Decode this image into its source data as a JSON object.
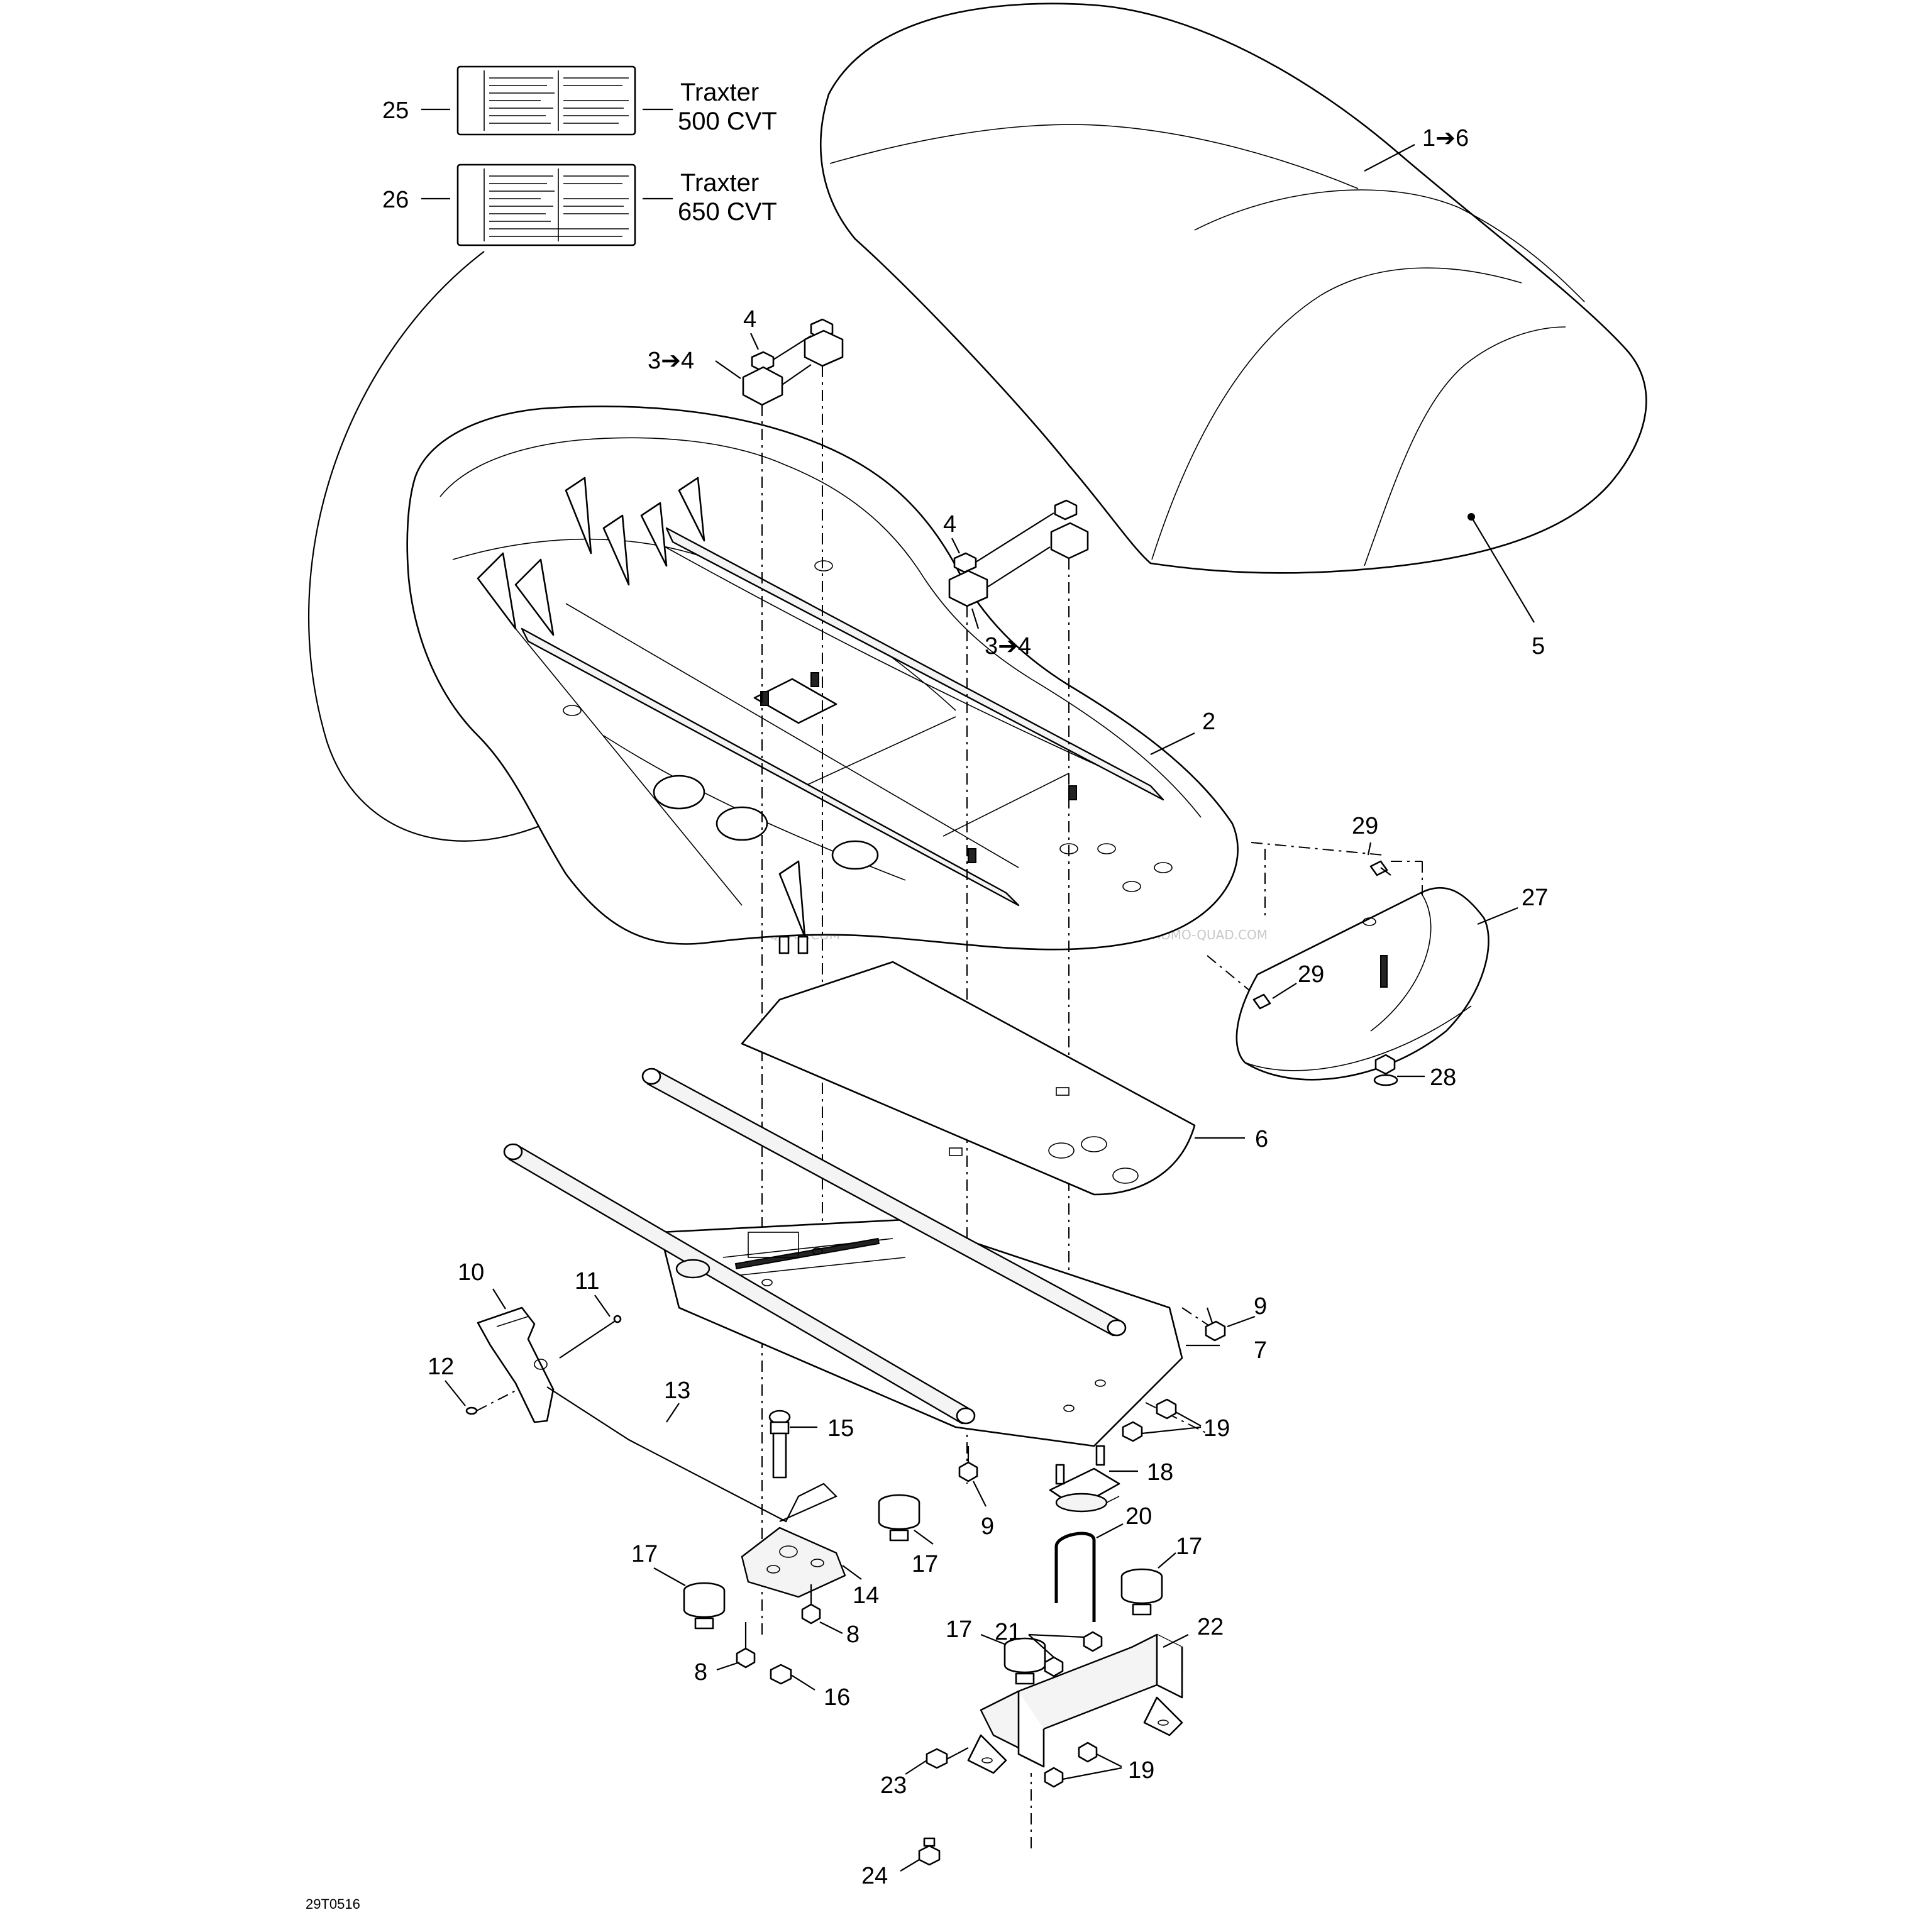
{
  "diagram": {
    "reference_code": "29T0516",
    "watermark": "PROMO-QUAD.COM",
    "labels": {
      "decal_1": {
        "callout": "25",
        "model": "Traxter\n500 CVT",
        "model_line1": "Traxter",
        "model_line2": "500 CVT"
      },
      "decal_2": {
        "callout": "26",
        "model_line1": "Traxter",
        "model_line2": "650 CVT"
      }
    },
    "callouts": {
      "seat_cover": "1➔6",
      "seat_cover_dot": "5",
      "seat_base": "2",
      "nut_top_left": "4",
      "clip_top_left": "3➔4",
      "nut_top_right": "4",
      "clip_top_right": "3➔4",
      "bumper_29_top": "29",
      "bumper_29_bottom": "29",
      "rear_panel": "27",
      "screw_28": "28",
      "foam_pad": "6",
      "seat_plate": "7",
      "screw_9_right": "9",
      "screw_9_bottom": "9",
      "lever": "10",
      "pin": "11",
      "clip_12": "12",
      "rod": "13",
      "latch_pin": "15",
      "latch": "14",
      "rubber_17_a": "17",
      "rubber_17_b": "17",
      "rubber_17_c": "17",
      "rubber_17_d": "17",
      "nut_19_top": "19",
      "nut_19_bottom": "19",
      "hinge": "18",
      "u_bolt": "20",
      "nut_21": "21",
      "bracket": "22",
      "screw_8_right": "8",
      "screw_8_left": "8",
      "nut_16": "16",
      "screw_23": "23",
      "nut_24": "24"
    }
  }
}
